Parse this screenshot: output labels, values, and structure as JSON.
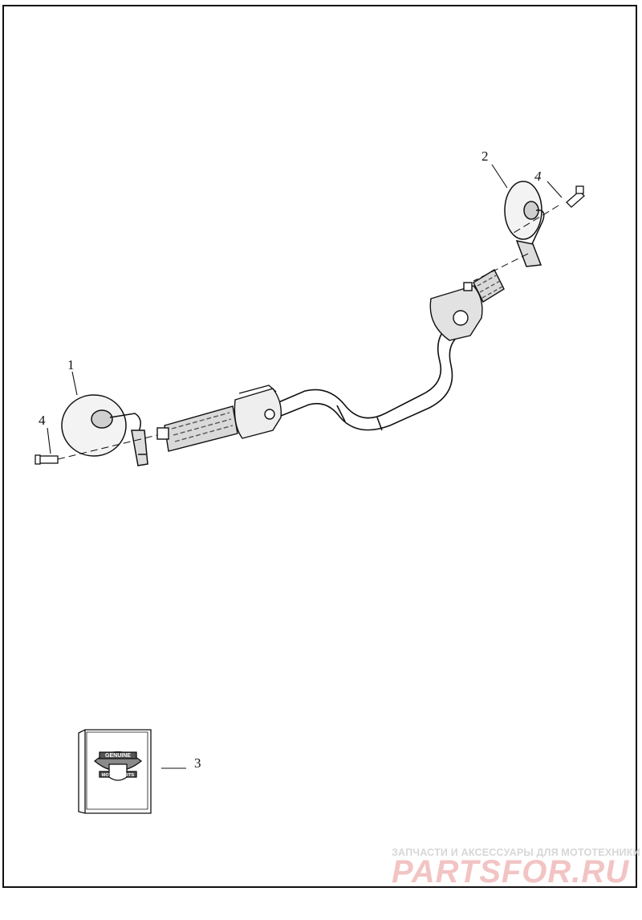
{
  "callouts": {
    "c1": "1",
    "c2": "2",
    "c3": "3",
    "c4_left": "4",
    "c4_right": "4"
  },
  "watermark": {
    "tagline": "ЗАПЧАСТИ И АКСЕССУАРЫ ДЛЯ МОТОТЕХНИКИ",
    "logo": "PARTSFOR.RU"
  },
  "badge": {
    "top_word": "GENUINE",
    "bottom_word": "MOTOR PARTS"
  },
  "colors": {
    "line": "#111111",
    "watermark_text": "#d7d7d7",
    "watermark_logo": "#f2c4c4"
  },
  "icons": {
    "mirror": "round-mirror-icon",
    "bolt": "bolt-icon",
    "box": "parts-box-icon"
  }
}
